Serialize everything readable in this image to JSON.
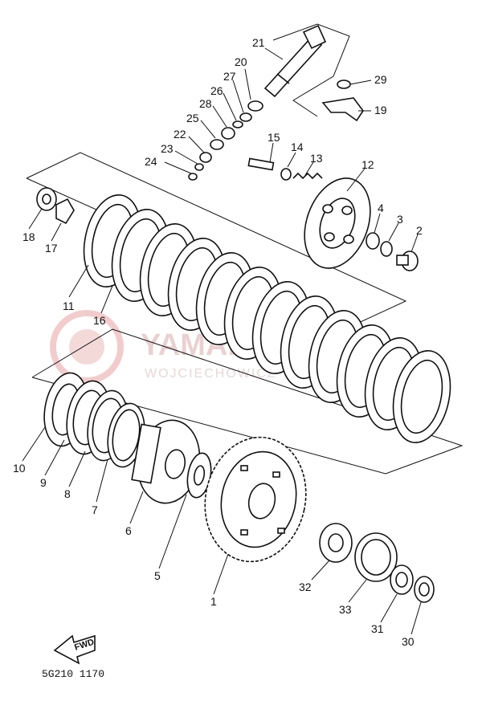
{
  "callouts": {
    "p1": "1",
    "p2": "2",
    "p3": "3",
    "p4": "4",
    "p5": "5",
    "p6": "6",
    "p7": "7",
    "p8": "8",
    "p9": "9",
    "p10": "10",
    "p11": "11",
    "p12": "12",
    "p13": "13",
    "p14": "14",
    "p15": "15",
    "p16": "16",
    "p17": "17",
    "p18": "18",
    "p19": "19",
    "p20": "20",
    "p21": "21",
    "p22": "22",
    "p23": "23",
    "p24": "24",
    "p25": "25",
    "p26": "26",
    "p27": "27",
    "p28": "28",
    "p29": "29",
    "p30": "30",
    "p31": "31",
    "p32": "32",
    "p33": "33"
  },
  "watermark": {
    "brand": "YAMAHA",
    "shop": "WOJCIECHOWICZ"
  },
  "fwd_label": "FWD",
  "drawing_code": "5G210 1170",
  "colors": {
    "ink": "#111111",
    "watermark": "#e7c9c9"
  }
}
